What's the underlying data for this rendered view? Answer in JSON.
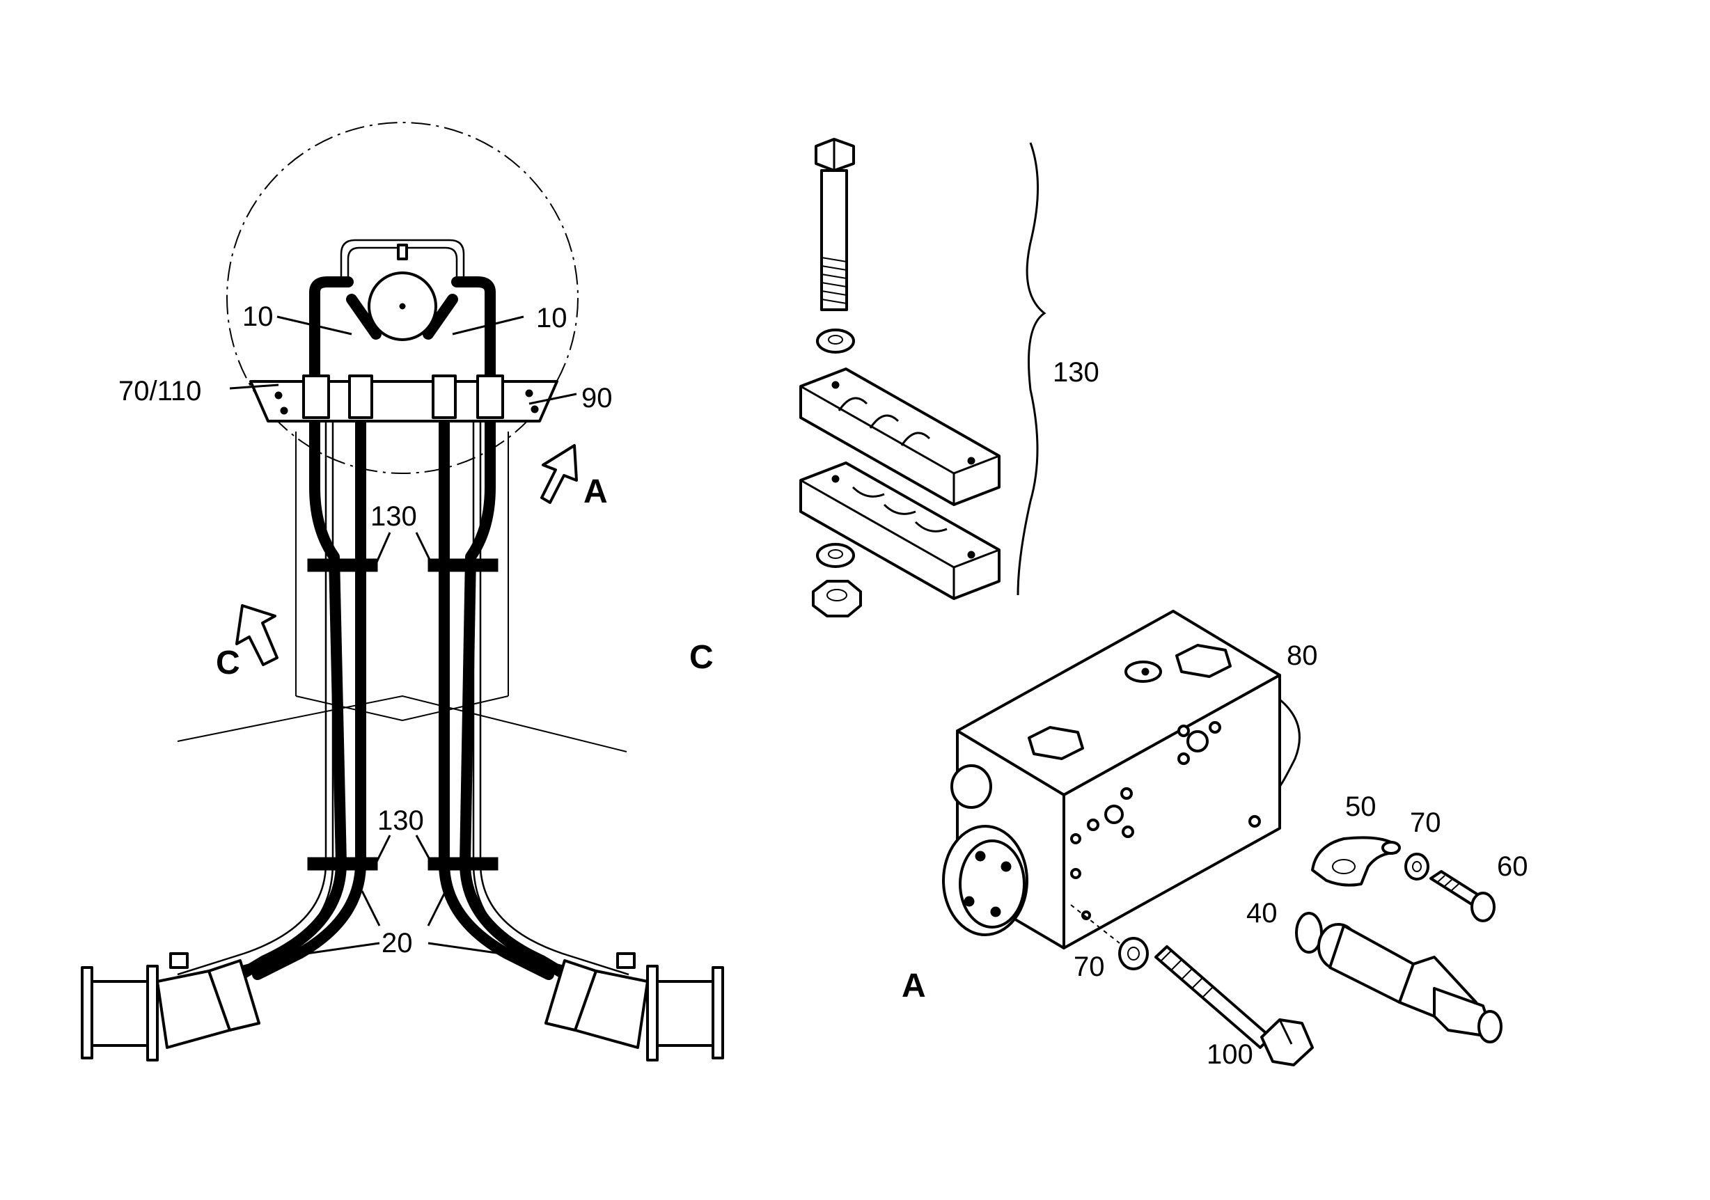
{
  "callouts": {
    "hose_left": "10",
    "hose_right": "10",
    "bracket_left": "70/110",
    "bracket_right": "90",
    "clamp_upper_left": "130",
    "clamp_lower_left": "130",
    "hoses_lower": "20",
    "clamp_set": "130",
    "valve_block": "80",
    "flange_half": "50",
    "washer_small": "70",
    "screw_small": "60",
    "o_ring": "40",
    "washer_large": "70",
    "bolt_long": "100"
  },
  "view_letters": {
    "arrow_a": "A",
    "arrow_c": "C",
    "view_c_title": "C",
    "view_a_title": "A"
  }
}
